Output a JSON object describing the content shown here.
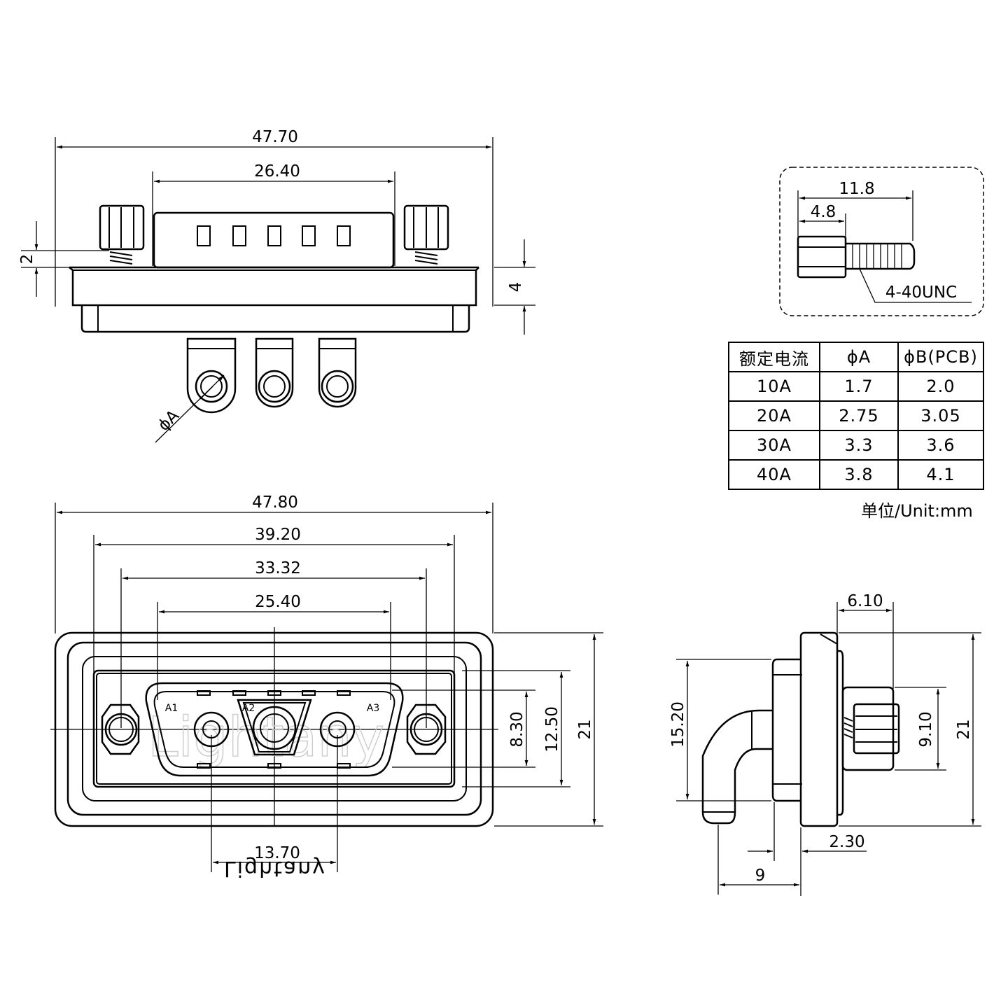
{
  "top_view": {
    "dims": {
      "overall_width": "47.70",
      "shell_width": "26.40",
      "flange_offset": "2",
      "flange_thickness": "4"
    },
    "logo": "Lightany",
    "pin_label": "ϕA"
  },
  "front_view": {
    "dims": {
      "overall_width": "47.80",
      "mounting_hole_spacing": "39.20",
      "shell_outer_width": "33.32",
      "shell_inner_width": "25.40",
      "pin_spacing": "13.70",
      "inner_height": "8.30",
      "shell_height": "12.50",
      "overall_height": "21"
    },
    "pin_labels": [
      "A1",
      "A2",
      "A3"
    ],
    "watermark": "Lightany"
  },
  "side_view": {
    "dims": {
      "depth": "6.10",
      "screw_height": "9.10",
      "overall_height": "21",
      "body_height": "15.20",
      "flange_thickness": "2.30",
      "pin_offset": "9"
    }
  },
  "screw_detail": {
    "dims": {
      "total_length": "11.8",
      "head_length": "4.8"
    },
    "thread": "4-40UNC"
  },
  "spec_table": {
    "headers": [
      "额定电流",
      "ϕA",
      "ϕB(PCB)"
    ],
    "rows": [
      [
        "10A",
        "1.7",
        "2.0"
      ],
      [
        "20A",
        "2.75",
        "3.05"
      ],
      [
        "30A",
        "3.3",
        "3.6"
      ],
      [
        "40A",
        "3.8",
        "4.1"
      ]
    ]
  },
  "unit_label": "单位/Unit:mm"
}
